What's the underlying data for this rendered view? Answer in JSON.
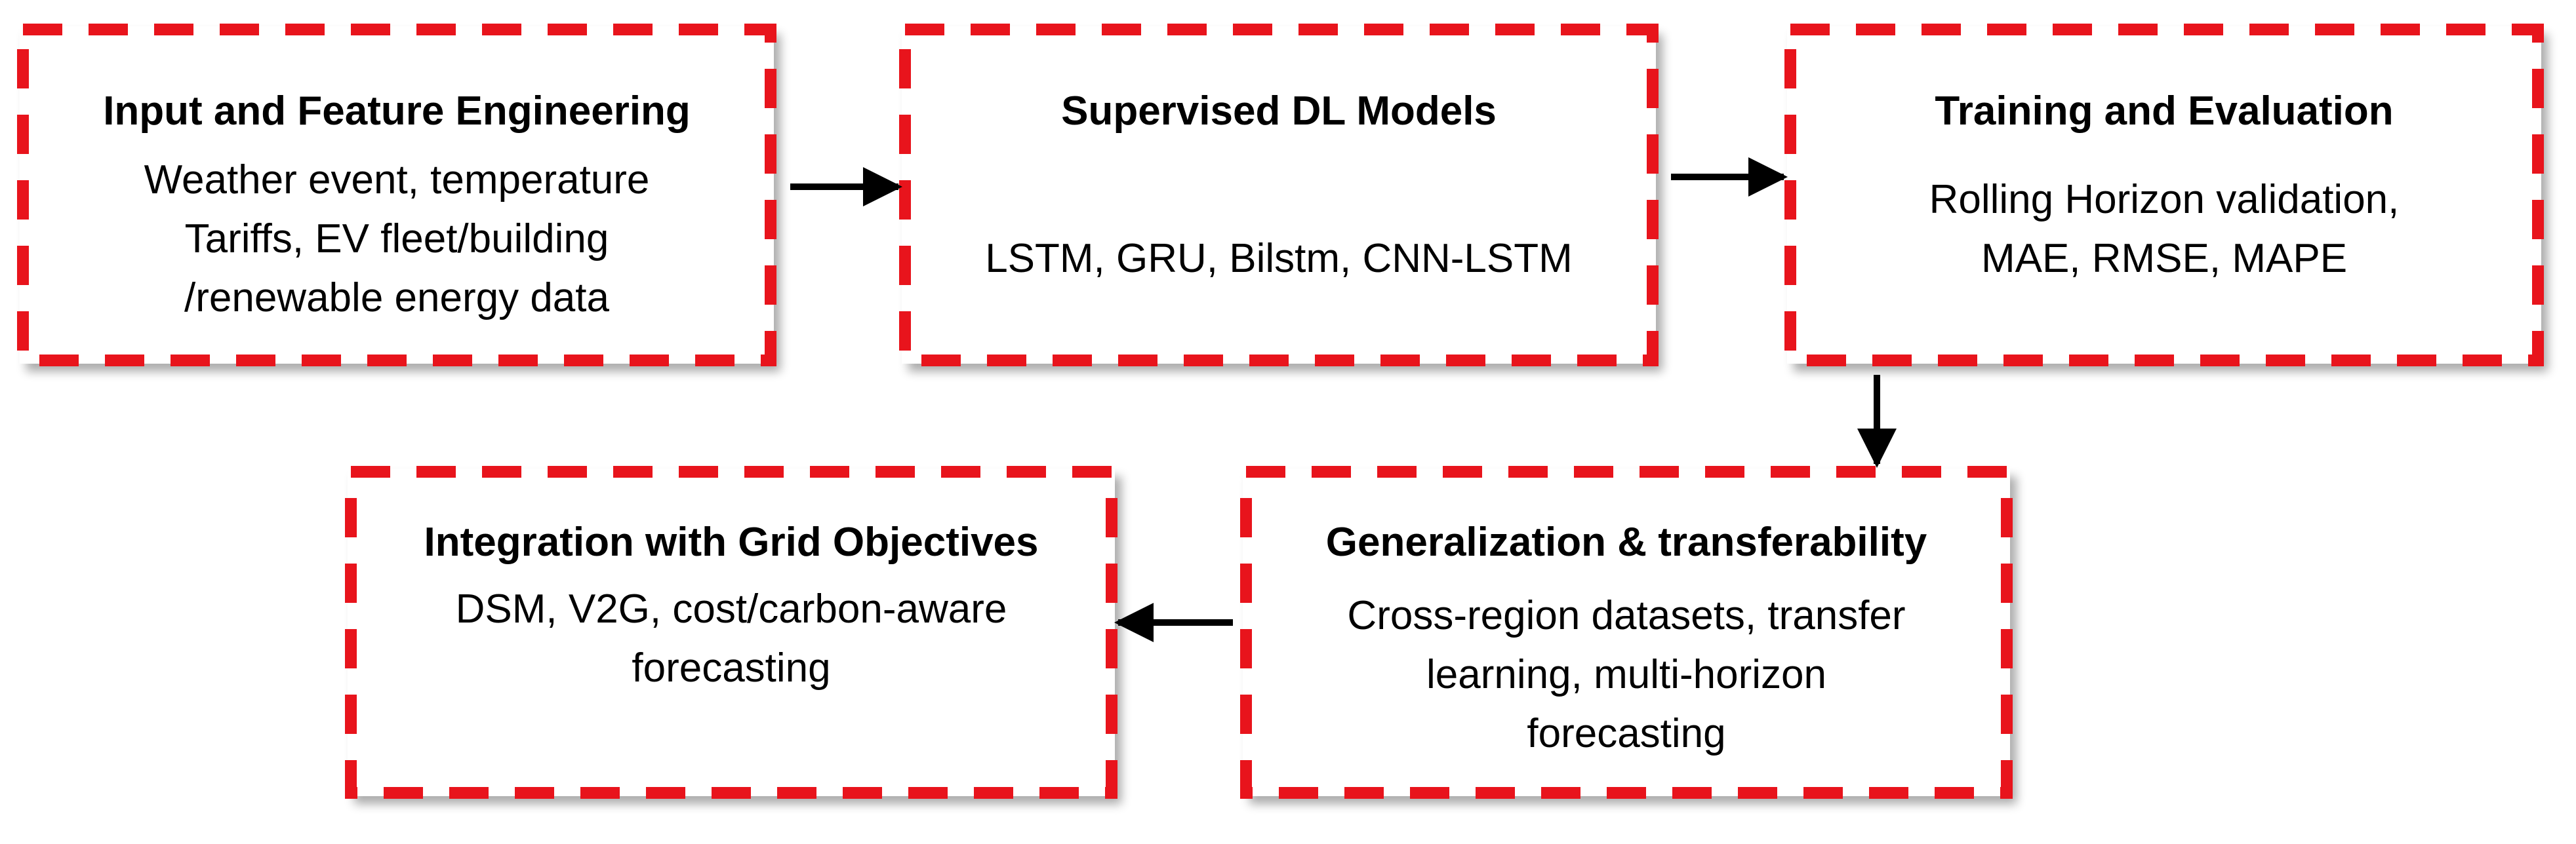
{
  "boxes": {
    "input": {
      "title": "Input and Feature Engineering",
      "lines": [
        "Weather event, temperature",
        "Tariffs, EV fleet/building",
        "/renewable energy data"
      ]
    },
    "models": {
      "title": "Supervised DL Models",
      "lines": [
        "LSTM, GRU, Bilstm, CNN-LSTM"
      ]
    },
    "training": {
      "title": "Training and Evaluation",
      "lines": [
        "Rolling Horizon validation,",
        "MAE, RMSE, MAPE"
      ]
    },
    "generalization": {
      "title": "Generalization & transferability",
      "lines": [
        "Cross-region datasets, transfer",
        "learning, multi-horizon",
        "forecasting"
      ]
    },
    "integration": {
      "title": "Integration with Grid Objectives",
      "lines": [
        "DSM, V2G, cost/carbon-aware",
        "forecasting"
      ]
    }
  },
  "colors": {
    "border": "#e8141c",
    "arrow": "#000000",
    "text": "#000000"
  }
}
